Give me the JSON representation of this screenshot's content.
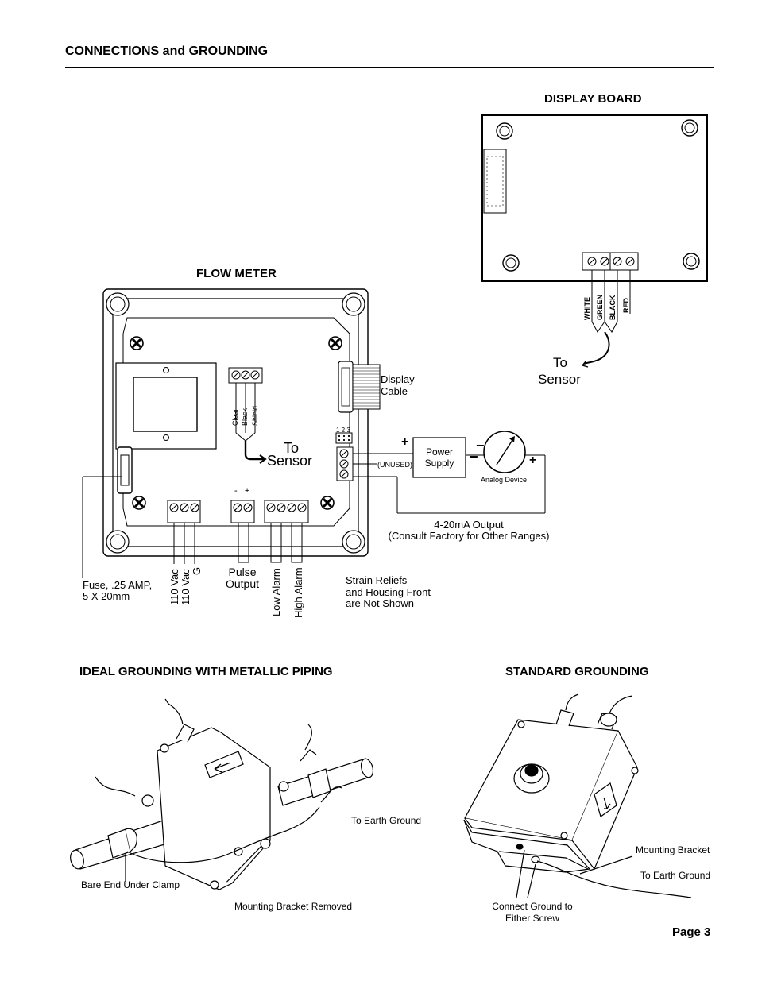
{
  "header": {
    "title": "CONNECTIONS and GROUNDING"
  },
  "display_board": {
    "title": "DISPLAY BOARD",
    "wires": [
      "WHITE",
      "GREEN",
      "BLACK",
      "RED"
    ],
    "to_sensor": [
      "To",
      "Sensor"
    ]
  },
  "flow_meter": {
    "title": "FLOW METER",
    "sensor_terminals": [
      "Clear",
      "Black",
      "Shield"
    ],
    "to_sensor": [
      "To",
      "Sensor"
    ],
    "display_cable": [
      "Display",
      "Cable"
    ],
    "jumper_numbers": "1 2 3",
    "unused": "(UNUSED)",
    "power_supply": [
      "Power",
      "Supply"
    ],
    "analog_device": "Analog Device",
    "plus": "+",
    "minus": "−",
    "output_note": [
      "4-20mA Output",
      "(Consult Factory for Other Ranges)"
    ],
    "pulse_polarity": "-   +",
    "fuse_label": [
      "Fuse, .25 AMP,",
      "5 X 20mm"
    ],
    "power_terminals": [
      "110 Vac",
      "110 Vac",
      "G"
    ],
    "pulse_output": [
      "Pulse",
      "Output"
    ],
    "alarms": [
      "Low Alarm",
      "High Alarm"
    ],
    "strain_note": [
      "Strain Reliefs",
      "and Housing Front",
      "are Not Shown"
    ]
  },
  "ideal_grounding": {
    "title": "IDEAL GROUNDING WITH METALLIC PIPING",
    "to_earth": "To Earth Ground",
    "bare_end": "Bare End Under Clamp",
    "bracket_removed": "Mounting Bracket Removed"
  },
  "standard_grounding": {
    "title": "STANDARD GROUNDING",
    "mounting_bracket": "Mounting Bracket",
    "to_earth": "To Earth Ground",
    "connect_ground": [
      "Connect Ground to",
      "Either Screw"
    ]
  },
  "footer": {
    "page": "Page 3"
  }
}
